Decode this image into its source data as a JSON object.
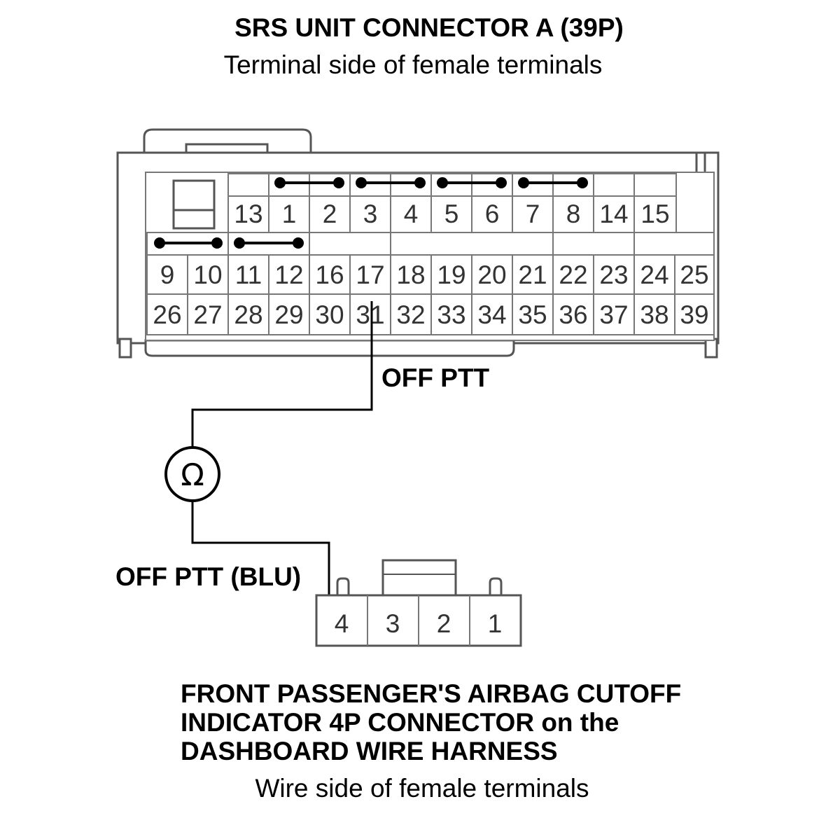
{
  "srs_connector": {
    "title": "SRS UNIT CONNECTOR A (39P)",
    "subtitle": "Terminal side of female terminals",
    "row1": [
      "13",
      "1",
      "2",
      "3",
      "4",
      "5",
      "6",
      "7",
      "8",
      "14",
      "15"
    ],
    "row2": [
      "9",
      "10",
      "11",
      "12",
      "16",
      "17",
      "18",
      "19",
      "20",
      "21",
      "22",
      "23",
      "24",
      "25"
    ],
    "row3": [
      "26",
      "27",
      "28",
      "29",
      "30",
      "31",
      "32",
      "33",
      "34",
      "35",
      "36",
      "37",
      "38",
      "39"
    ],
    "wire_label": "OFF PTT"
  },
  "meter": {
    "symbol": "Ω",
    "name": "ohmmeter-icon"
  },
  "indicator_connector": {
    "wire_label": "OFF PTT (BLU)",
    "pins": [
      "4",
      "3",
      "2",
      "1"
    ],
    "title_lines": [
      "FRONT PASSENGER'S AIRBAG CUTOFF",
      "INDICATOR 4P CONNECTOR on the",
      "DASHBOARD WIRE HARNESS"
    ],
    "subtitle": "Wire side of female terminals"
  }
}
